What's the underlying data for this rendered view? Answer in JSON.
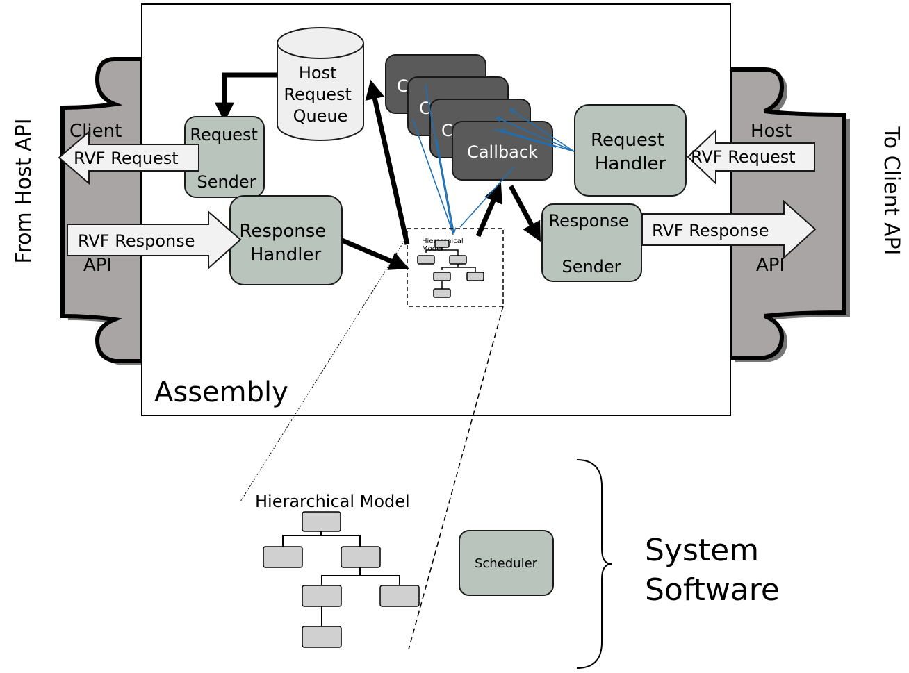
{
  "side_labels": {
    "left": "From Host API",
    "right": "To Client API"
  },
  "left_connector": {
    "top_label": "Client",
    "bottom_label": "API",
    "request_arrow": "RVF Request",
    "response_arrow": "RVF Response"
  },
  "right_connector": {
    "top_label": "Host",
    "bottom_label": "API",
    "request_arrow": "RVF Request",
    "response_arrow": "RVF Response"
  },
  "assembly": {
    "label": "Assembly",
    "queue": [
      "Host",
      "Request",
      "Queue"
    ],
    "request_sender": [
      "Request",
      "Sender"
    ],
    "response_handler": [
      "Response",
      "Handler"
    ],
    "request_handler": [
      "Request",
      "Handler"
    ],
    "response_sender": [
      "Response",
      "Sender"
    ],
    "callback_stack": [
      "C",
      "C",
      "C"
    ],
    "callback": "Callback",
    "mini_model_label": [
      "Hierarchical",
      "Model"
    ]
  },
  "system_software": {
    "model_title": "Hierarchical Model",
    "scheduler": "Scheduler",
    "label": [
      "System",
      "Software"
    ]
  },
  "colors": {
    "node_fill": "#b9c5bc",
    "callback_fill": "#5a5a5a",
    "connector_fill": "#a9a5a5",
    "blue_lines": "#1f6fb3"
  }
}
